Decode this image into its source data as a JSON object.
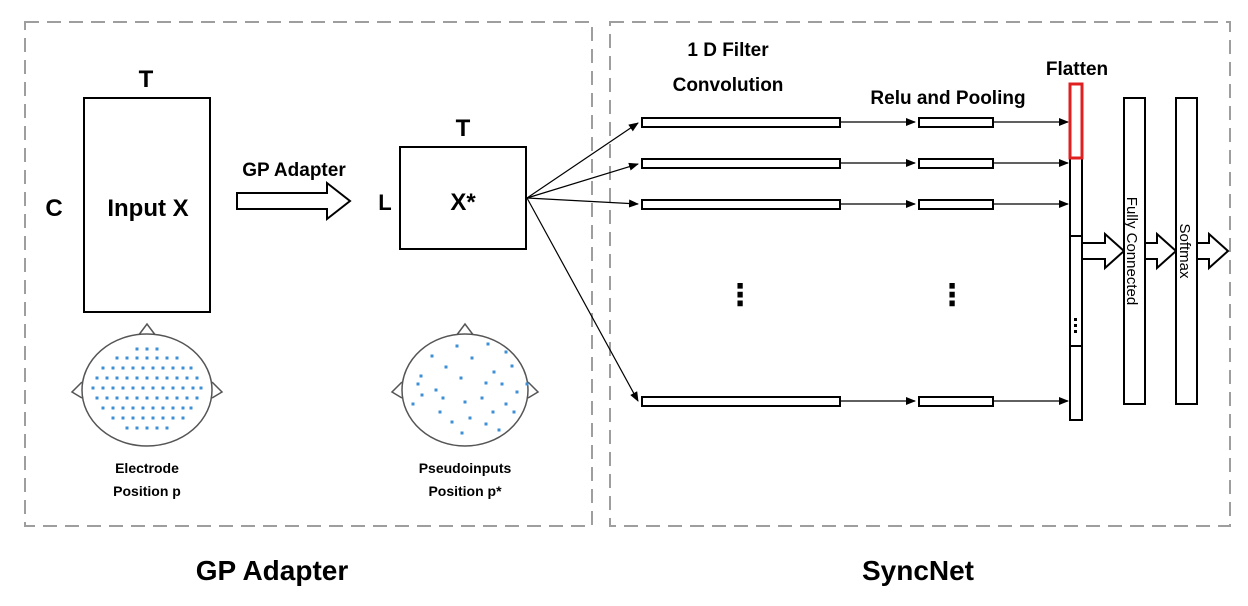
{
  "gp_panel": {
    "caption": "GP Adapter",
    "input_label": "Input X",
    "input_time_label": "T",
    "input_channel_label": "C",
    "adapter_arrow_label": "GP Adapter",
    "output_label": "X*",
    "output_time_label": "T",
    "output_channel_label": "L",
    "electrode_caption_line1": "Electrode",
    "electrode_caption_line2": "Position p",
    "pseudo_caption_line1": "Pseudoinputs",
    "pseudo_caption_line2": "Position p*"
  },
  "syncnet_panel": {
    "caption": "SyncNet",
    "conv_label_line1": "1 D Filter",
    "conv_label_line2": "Convolution",
    "pool_label": "Relu and Pooling",
    "flatten_label": "Flatten",
    "fc_label": "Fully Connected",
    "softmax_label": "Softmax",
    "ellipsis": "⋮"
  },
  "colors": {
    "border": "#9e9e9e",
    "electrode_dot": "#3d8fd6",
    "flatten_highlight": "#e02020",
    "stroke": "#000000"
  }
}
